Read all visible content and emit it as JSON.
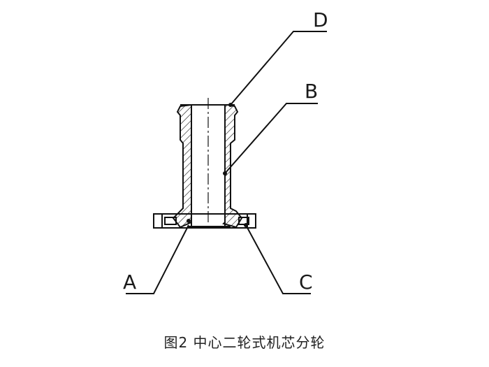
{
  "diagram": {
    "labels": {
      "a": "A",
      "b": "B",
      "c": "C",
      "d": "D"
    },
    "caption": "图2 中心二轮式机芯分轮"
  }
}
